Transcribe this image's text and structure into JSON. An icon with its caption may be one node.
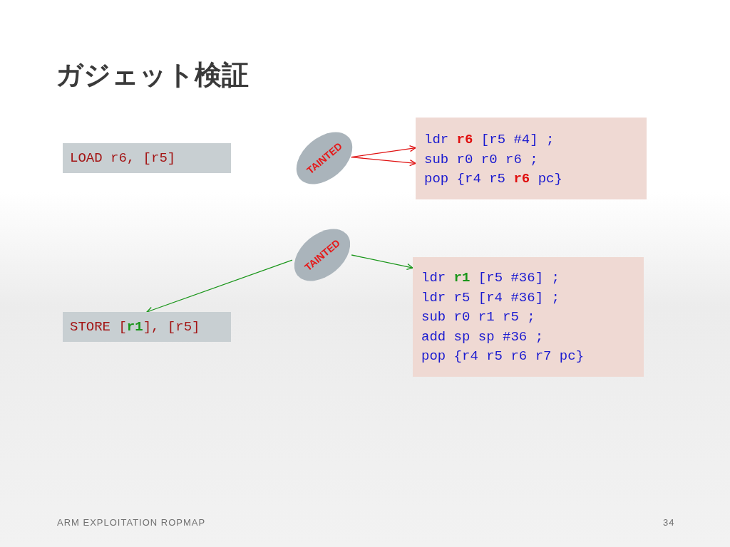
{
  "diagram": {
    "title": "ガジェット検証",
    "nodes": [
      {
        "text": [
          "LOAD r6, [r5]"
        ]
      },
      {
        "text": [
          "TAINTED"
        ]
      },
      {
        "text": [
          "ldr **r6** [r5 #4] ;",
          "sub r0 r0 r6 ;",
          "pop {r4 r5 **r6** pc}"
        ]
      },
      {
        "text": [
          "TAINTED"
        ]
      },
      {
        "text": [
          "ldr **r1** [r5 #36] ;",
          "ldr r5 [r4 #36] ;",
          "sub r0 r1 r5 ;",
          "add sp sp #36 ;",
          "pop {r4 r5 r6 r7 pc}"
        ]
      },
      {
        "text": [
          "STORE [**r1**], [r5]"
        ]
      }
    ],
    "edges": [
      {
        "from": 1,
        "to": 2,
        "arrow": "to",
        "color": "#e01010"
      },
      {
        "from": 1,
        "to": 2,
        "arrow": "to",
        "color": "#e01010"
      },
      {
        "from": 3,
        "to": 4,
        "arrow": "to",
        "color": "#1a961a"
      },
      {
        "from": 3,
        "to": 5,
        "arrow": "to",
        "color": "#1a961a"
      }
    ],
    "labels": [
      "ARM EXPLOITATION ROPMAP",
      "34"
    ]
  }
}
